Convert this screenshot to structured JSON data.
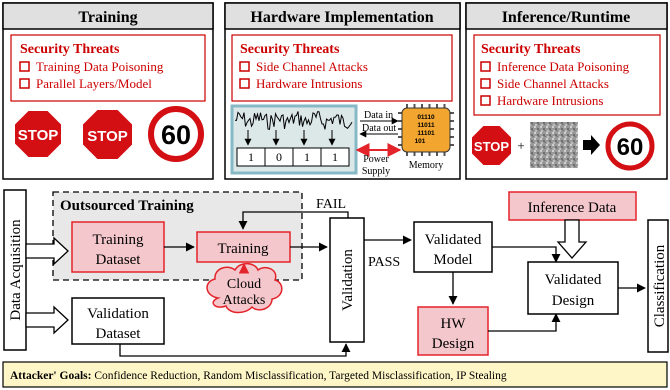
{
  "panels": {
    "training": {
      "title": "Training",
      "threats_heading": "Security Threats",
      "threats": [
        "Training Data Poisoning",
        "Parallel Layers/Model"
      ],
      "signs": {
        "stop1": "STOP",
        "stop2": "STOP",
        "speed": "60"
      }
    },
    "hardware": {
      "title": "Hardware Implementation",
      "threats_heading": "Security Threats",
      "threats": [
        "Side Channel Attacks",
        "Hardware Intrusions"
      ],
      "bits": [
        "1",
        "0",
        "1",
        "1"
      ],
      "data_in": "Data in",
      "data_out": "Data out",
      "power_supply_1": "Power",
      "power_supply_2": "Supply",
      "memory_label": "Memory",
      "chip_bits": [
        "01110",
        "11011",
        "11101",
        "101"
      ]
    },
    "inference": {
      "title": "Inference/Runtime",
      "threats_heading": "Security Threats",
      "threats": [
        "Inference Data Poisoning",
        "Side Channel Attacks",
        "Hardware Intrusions"
      ],
      "stop": "STOP",
      "plus": "+",
      "speed": "60"
    }
  },
  "flow": {
    "data_acquisition": "Data Acquisition",
    "outsourced_training": "Outsourced Training",
    "training_dataset": [
      "Training",
      "Dataset"
    ],
    "training": "Training",
    "cloud_attacks": [
      "Cloud",
      "Attacks"
    ],
    "validation_dataset": [
      "Validation",
      "Dataset"
    ],
    "validation": "Validation",
    "fail": "FAIL",
    "pass": "PASS",
    "validated_model": [
      "Validated",
      "Model"
    ],
    "hw_design": [
      "HW",
      "Design"
    ],
    "inference_data": "Inference Data",
    "validated_design": [
      "Validated",
      "Design"
    ],
    "classification": "Classification"
  },
  "goals": {
    "label": "Attacker' Goals:",
    "text": "Confidence Reduction, Random Misclassification, Targeted Misclassification, IP Stealing"
  },
  "colors": {
    "threat_red": "#cc0000",
    "panel_header": "#e0e0e0",
    "highlight_fill": "#f4c7cc",
    "highlight_border": "#e3242b",
    "outsourced_fill": "#e8e8e8",
    "goals_fill": "#fff6c7",
    "chip_orange": "#f2a630"
  }
}
